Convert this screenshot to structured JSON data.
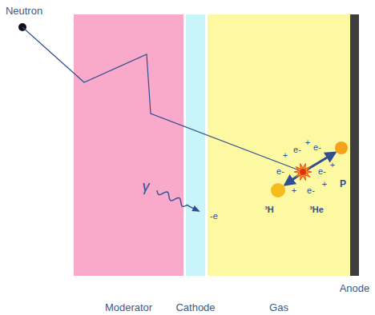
{
  "diagram": {
    "nodes": [
      {
        "text": [
          "Moderator"
        ]
      },
      {
        "text": [
          "Cathode"
        ]
      },
      {
        "text": [
          "Gas"
        ]
      },
      {
        "text": [
          "Anode"
        ]
      }
    ],
    "labels": [
      "Neutron",
      "γ",
      "-e",
      "+",
      "e-",
      "+",
      "e-",
      "e-",
      "e-",
      "+",
      "+",
      "e-",
      "+",
      "³H",
      "³He",
      "P"
    ]
  }
}
